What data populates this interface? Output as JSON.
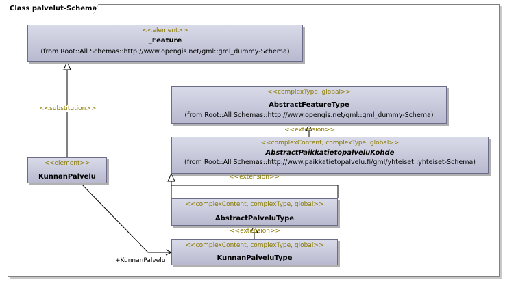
{
  "diagram_title": "Class palvelut-Schema",
  "boxes": {
    "feature": {
      "stereotype": "<<element>>",
      "name": "_Feature",
      "from": "(from Root::All Schemas::http://www.opengis.net/gml::gml_dummy-Schema)"
    },
    "abstract_feature_type": {
      "stereotype": "<<complexType, global>>",
      "name": "AbstractFeatureType",
      "from": "(from Root::All Schemas::http://www.opengis.net/gml::gml_dummy-Schema)"
    },
    "abstract_paikkatieto": {
      "stereotype": "<<complexContent, complexType, global>>",
      "name": "AbstractPaikkatietopalveluKohde",
      "from": "(from Root::All Schemas::http://www.paikkatietopalvelu.fi/gml/yhteiset::yhteiset-Schema)"
    },
    "kunnan_palvelu": {
      "stereotype": "<<element>>",
      "name": "KunnanPalvelu"
    },
    "abstract_palvelu_type": {
      "stereotype": "<<complexContent, complexType, global>>",
      "name": "AbstractPalveluType"
    },
    "kunnan_palvelu_type": {
      "stereotype": "<<complexContent, complexType, global>>",
      "name": "KunnanPalveluType"
    }
  },
  "edge_labels": {
    "substitution": "<<substitution>>",
    "extension_1": "<<extension>>",
    "extension_2": "<<extension>>",
    "extension_3": "<<extension>>",
    "role": "+KunnanPalvelu"
  }
}
